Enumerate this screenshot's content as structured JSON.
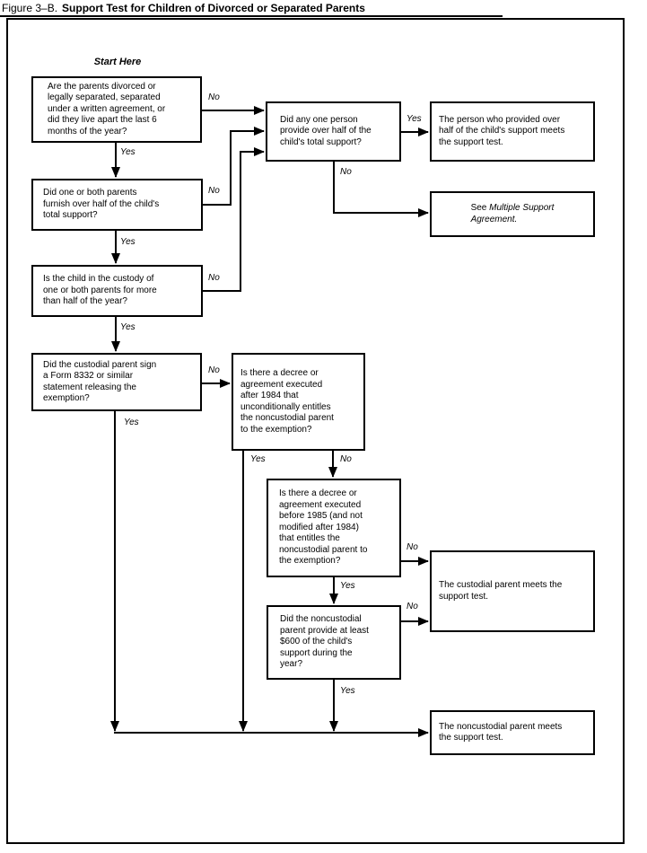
{
  "figure": {
    "label": "Figure 3–B.",
    "title": "Support Test for Children of Divorced or Separated Parents"
  },
  "start_label": "Start Here",
  "answers": {
    "yes": "Yes",
    "no": "No"
  },
  "nodes": {
    "q_divorced": "Are the parents divorced or\nlegally separated, separated\nunder a written agreement, or\ndid they live apart the last 6\nmonths of the year?",
    "q_one_person": "Did any one person\nprovide over half of the\nchild's total support?",
    "r_person": "The person who provided over\nhalf of the child's support meets\nthe support test.",
    "r_multi_prefix": "See ",
    "r_multi_ref": "Multiple Support\nAgreement.",
    "q_parents_half": "Did one or both parents\nfurnish over half of the child's\ntotal support?",
    "q_custody": "Is the child in the custody of\none or both parents for more\nthan half of the year?",
    "q_form8332": "Did the custodial parent sign\na Form 8332 or similar\nstatement releasing the\nexemption?",
    "q_after_1984": "Is there a decree or\nagreement executed\nafter 1984 that\nunconditionally entitles\nthe noncustodial parent\nto the exemption?",
    "q_before_1985": "Is there a decree or\nagreement executed\nbefore 1985 (and not\nmodified after 1984)\nthat entitles the\nnoncustodial parent to\nthe exemption?",
    "q_600": "Did the noncustodial\nparent provide at least\n$600 of the child's\nsupport during the\nyear?",
    "r_custodial": "The custodial parent meets the\nsupport test.",
    "r_noncustodial": "The noncustodial parent meets\nthe support test."
  }
}
